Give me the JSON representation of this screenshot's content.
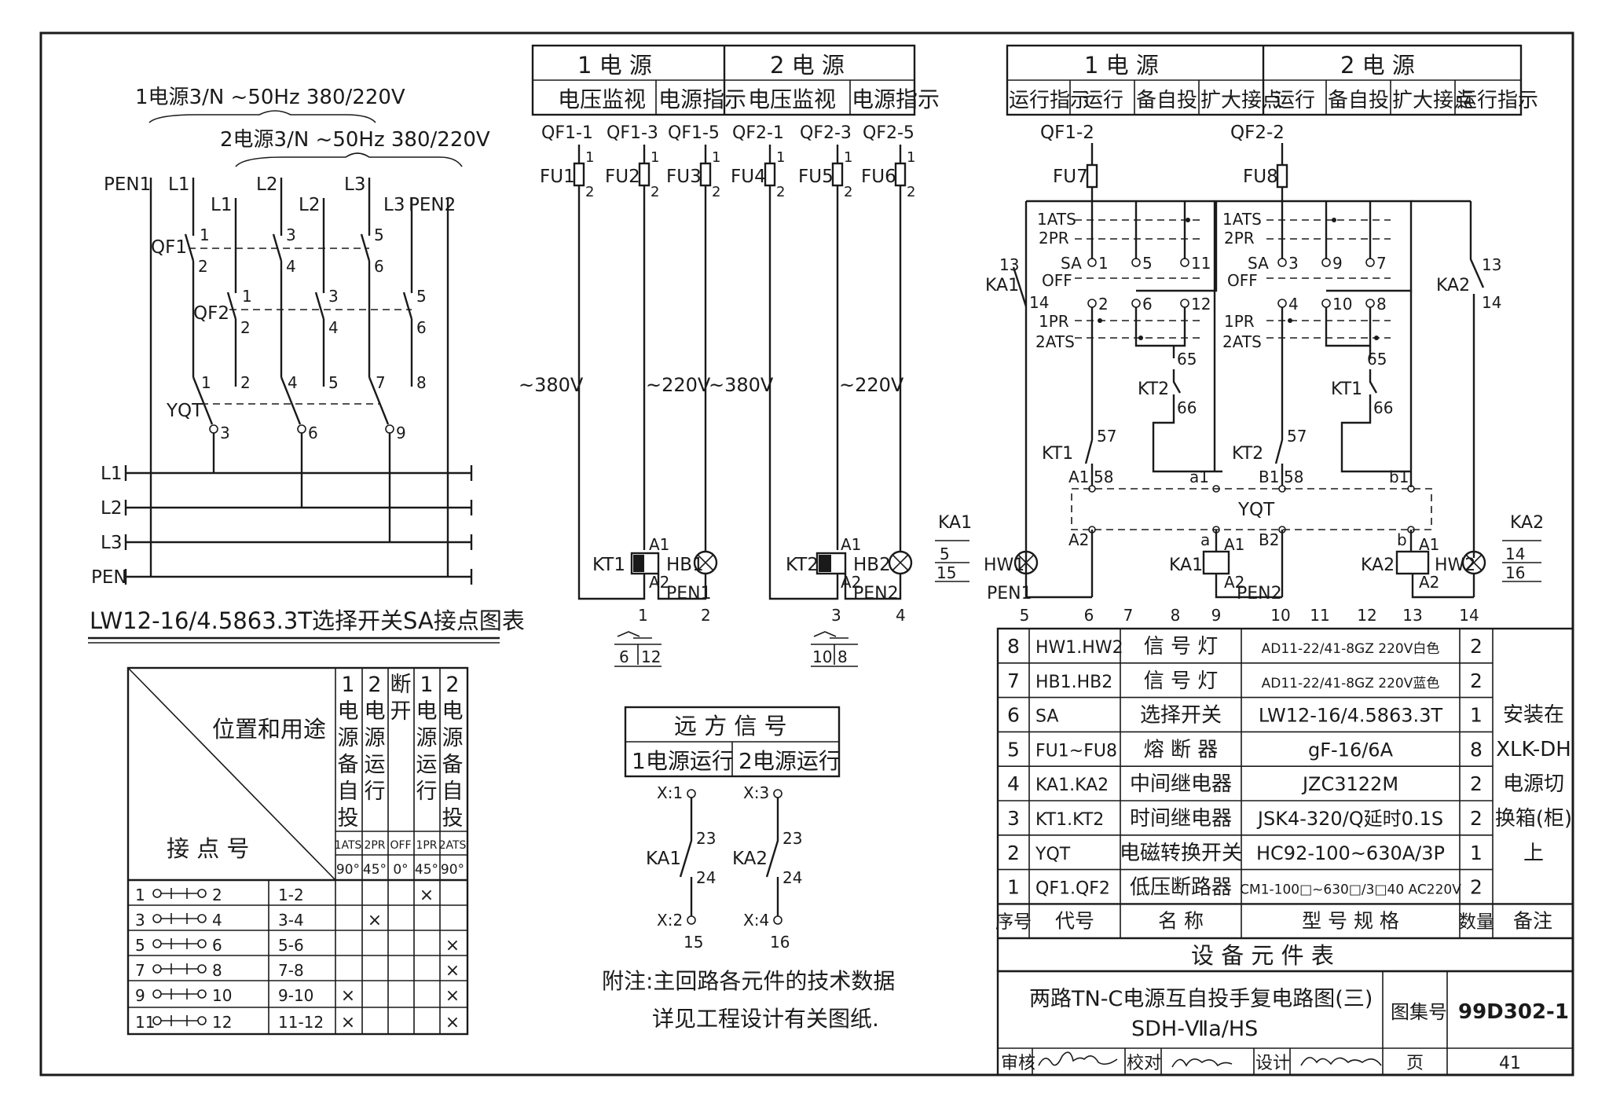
{
  "supply": {
    "line1": "1电源3/N ~50Hz 380/220V",
    "line2": "2电源3/N ~50Hz 380/220V"
  },
  "main": {
    "pen1": "PEN1",
    "pen2": "PEN2",
    "L1": "L1",
    "L2": "L2",
    "L3": "L3",
    "PEN": "PEN",
    "qf1": "QF1",
    "qf2": "QF2",
    "yqt": "YQT",
    "qf1_terms": [
      "1",
      "2",
      "3",
      "4",
      "5",
      "6"
    ],
    "qf2_terms": [
      "1",
      "2",
      "3",
      "4",
      "5",
      "6"
    ],
    "yqt_terms": [
      "1",
      "2",
      "4",
      "5",
      "7",
      "8"
    ],
    "yqt_out": [
      "3",
      "6",
      "9"
    ]
  },
  "sa_table": {
    "title": "LW12-16/4.5863.3T选择开关SA接点图表",
    "diag_top": "位置和用途",
    "diag_bottom": "接 点 号",
    "cols": [
      {
        "use": "1电源备自投",
        "code": "1ATS",
        "angle": "90°"
      },
      {
        "use": "2电源运行",
        "code": "2PR",
        "angle": "45°"
      },
      {
        "use": "断开",
        "code": "OFF",
        "angle": "0°"
      },
      {
        "use": "1电源运行",
        "code": "1PR",
        "angle": "45°"
      },
      {
        "use": "2电源备自投",
        "code": "2ATS",
        "angle": "90°"
      }
    ],
    "rows": [
      {
        "a": "1",
        "b": "2",
        "pair": "1-2",
        "marks": [
          "",
          "",
          "",
          "×",
          ""
        ]
      },
      {
        "a": "3",
        "b": "4",
        "pair": "3-4",
        "marks": [
          "",
          "×",
          "",
          "",
          ""
        ]
      },
      {
        "a": "5",
        "b": "6",
        "pair": "5-6",
        "marks": [
          "",
          "",
          "",
          "",
          "×"
        ]
      },
      {
        "a": "7",
        "b": "8",
        "pair": "7-8",
        "marks": [
          "",
          "",
          "",
          "",
          "×"
        ]
      },
      {
        "a": "9",
        "b": "10",
        "pair": "9-10",
        "marks": [
          "×",
          "",
          "",
          "",
          "×"
        ]
      },
      {
        "a": "11",
        "b": "12",
        "pair": "11-12",
        "marks": [
          "×",
          "",
          "",
          "",
          "×"
        ]
      }
    ]
  },
  "monitor": {
    "h1": "1  电  源",
    "h2": "2  电  源",
    "sub": [
      "电压监视",
      "电源指示",
      "电压监视",
      "电源指示"
    ],
    "qf": [
      "QF1-1",
      "QF1-3",
      "QF1-5",
      "QF2-1",
      "QF2-3",
      "QF2-5"
    ],
    "fu": [
      "FU1",
      "FU2",
      "FU3",
      "FU4",
      "FU5",
      "FU6"
    ],
    "v380": "~380V",
    "v220": "~220V",
    "kt1": "KT1",
    "kt2": "KT2",
    "hb1": "HB1",
    "hb2": "HB2",
    "a1": "A1",
    "a2": "A2",
    "pen1": "PEN1",
    "pen2": "PEN2",
    "nums": [
      "1",
      "2",
      "3",
      "4"
    ],
    "ref1": [
      "6",
      "12"
    ],
    "ref2": [
      "10",
      "8"
    ]
  },
  "remote": {
    "title": "远 方 信 号",
    "c1": "1电源运行",
    "c2": "2电源运行",
    "x1": "X:1",
    "x3": "X:3",
    "x2": "X:2",
    "x4": "X:4",
    "ka1": "KA1",
    "ka2": "KA2",
    "n23": "23",
    "n24": "24",
    "n15": "15",
    "n16": "16"
  },
  "note": {
    "line1": "附注:主回路各元件的技术数据",
    "line2": "详见工程设计有关图纸."
  },
  "control": {
    "h1": "1  电  源",
    "h2": "2  电  源",
    "sub": [
      "运行指示",
      "运行",
      "备自投",
      "扩大接点",
      "运行",
      "备自投",
      "扩大接点",
      "运行指示"
    ],
    "qf12": "QF1-2",
    "qf22": "QF2-2",
    "fu7": "FU7",
    "fu8": "FU8",
    "ats1": "1ATS",
    "pr2": "2PR",
    "pr1": "1PR",
    "ats2": "2ATS",
    "sa": "SA",
    "off": "OFF",
    "saL_top": [
      "1",
      "5",
      "11"
    ],
    "saL_bot": [
      "2",
      "6",
      "12"
    ],
    "saR_top": [
      "3",
      "9",
      "7"
    ],
    "saR_bot": [
      "4",
      "10",
      "8"
    ],
    "ka1": "KA1",
    "ka2": "KA2",
    "kt1": "KT1",
    "kt2": "KT2",
    "hw1": "HW1",
    "hw2": "HW2",
    "yqt": "YQT",
    "n13": "13",
    "n14": "14",
    "n57": "57",
    "n58": "58",
    "n65": "65",
    "n66": "66",
    "a1": "A1",
    "a2": "A2",
    "b1": "B1",
    "b2": "B2",
    "ta1": "a1",
    "tb1": "b1",
    "ta": "a",
    "tb": "b",
    "pen1": "PEN1",
    "pen2": "PEN2",
    "bottom": [
      "5",
      "6",
      "7",
      "8",
      "9",
      "10",
      "11",
      "12",
      "13",
      "14"
    ],
    "ka1_ref": [
      "5",
      "15"
    ],
    "ka2_ref": [
      "14",
      "16"
    ]
  },
  "equipment": {
    "rows": [
      {
        "no": "8",
        "code": "HW1.HW2",
        "name": "信 号 灯",
        "model": "AD11-22/41-8GZ 220V白色",
        "qty": "2"
      },
      {
        "no": "7",
        "code": "HB1.HB2",
        "name": "信 号 灯",
        "model": "AD11-22/41-8GZ 220V蓝色",
        "qty": "2"
      },
      {
        "no": "6",
        "code": "SA",
        "name": "选择开关",
        "model": "LW12-16/4.5863.3T",
        "qty": "1"
      },
      {
        "no": "5",
        "code": "FU1~FU8",
        "name": "熔 断 器",
        "model": "gF-16/6A",
        "qty": "8"
      },
      {
        "no": "4",
        "code": "KA1.KA2",
        "name": "中间继电器",
        "model": "JZC3122M",
        "qty": "2"
      },
      {
        "no": "3",
        "code": "KT1.KT2",
        "name": "时间继电器",
        "model": "JSK4-320/Q延时0.1S",
        "qty": "2"
      },
      {
        "no": "2",
        "code": "YQT",
        "name": "电磁转换开关",
        "model": "HC92-100~630A/3P",
        "qty": "1"
      },
      {
        "no": "1",
        "code": "QF1.QF2",
        "name": "低压断路器",
        "model": "CM1-100□~630□/3□40 AC220V",
        "qty": "2"
      }
    ],
    "remark": [
      "安装在",
      "XLK-DH",
      "电源切",
      "换箱(柜)",
      "上"
    ],
    "head": {
      "no": "序号",
      "code": "代号",
      "name": "名 称",
      "model": "型 号 规 格",
      "qty": "数量",
      "note": "备注"
    },
    "caption": "设 备 元 件 表"
  },
  "titleblock": {
    "title1": "两路TN-C电源互自投手复电路图(三)",
    "title2": "SDH-Ⅶa/HS",
    "atlas_label": "图集号",
    "atlas_no": "99D302-1",
    "review": "审核",
    "check": "校对",
    "design": "设计",
    "page_label": "页",
    "page_no": "41"
  }
}
